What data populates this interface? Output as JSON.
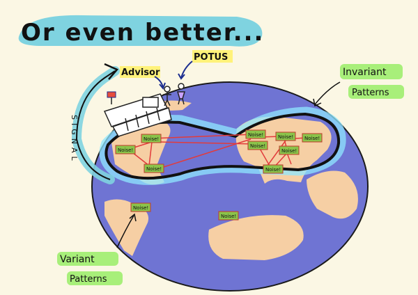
{
  "title": "Or even better...",
  "labels": {
    "advisor": "Advisor",
    "potus": "POTUS",
    "signal": "SIGNAL",
    "invariant_line1": "Invariant",
    "invariant_line2": "Patterns",
    "variant_line1": "Variant",
    "variant_line2": "Patterns"
  },
  "noise_label": "Noise!",
  "colors": {
    "title_highlight": "#7fd3e0",
    "label_highlight_yellow": "#fff27a",
    "label_highlight_green": "#a8ef7a",
    "ocean": "#6f74d3",
    "land": "#f6cfa4",
    "noise_box": "#8bc34a",
    "connector": "#e23b3b",
    "arrow": "#1b2d8f"
  }
}
